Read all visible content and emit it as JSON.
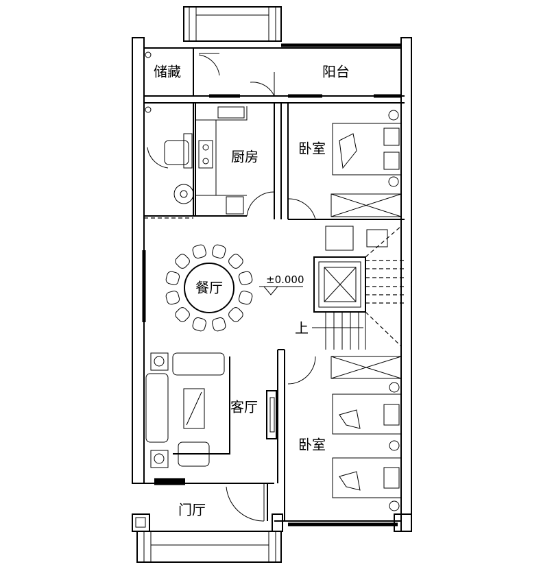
{
  "rooms": {
    "storage": "储藏",
    "balcony": "阳台",
    "kitchen": "厨房",
    "bedroom_top": "卧室",
    "dining": "餐厅",
    "living": "客厅",
    "bedroom_bottom": "卧室",
    "foyer": "门厅"
  },
  "annotations": {
    "elevation": "±0.000",
    "stair_up": "上"
  },
  "dining_table": {
    "chairs": 12
  }
}
